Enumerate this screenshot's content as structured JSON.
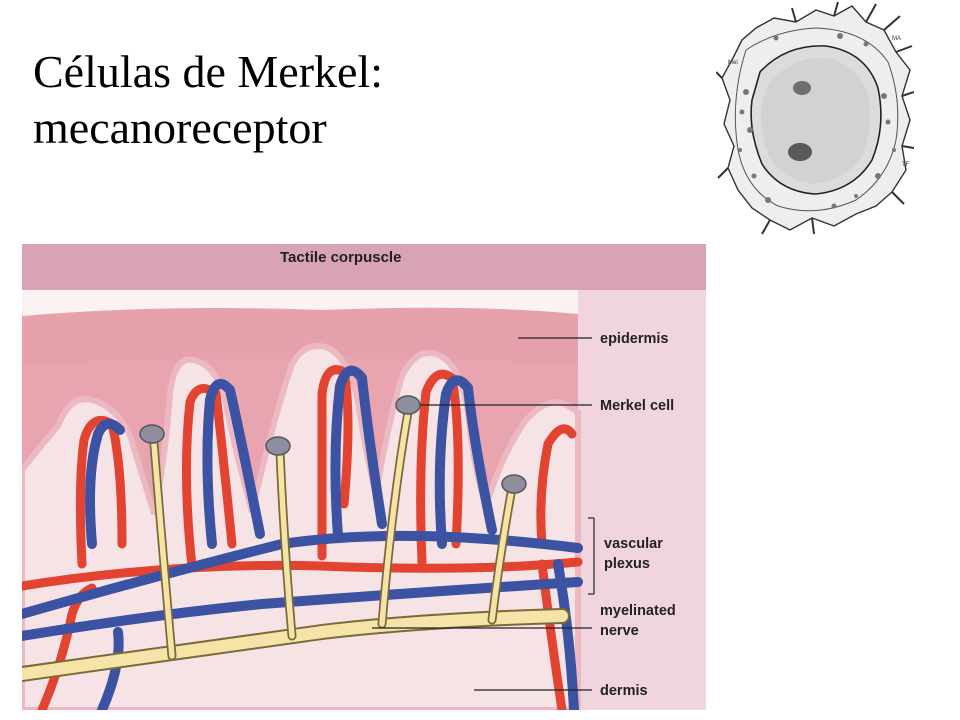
{
  "slide": {
    "title_line1": "Células de Merkel:",
    "title_line2": "mecanoreceptor"
  },
  "figure": {
    "title": "Tactile corpuscle",
    "labels": {
      "epidermis": "epidermis",
      "merkel_cell": "Merkel cell",
      "vascular_1": "vascular",
      "vascular_2": "plexus",
      "nerve_1": "myelinated",
      "nerve_2": "nerve",
      "dermis": "dermis"
    },
    "colors": {
      "header_band": "#d9a3b6",
      "side_panel": "#f1d5de",
      "epidermis": "#e6a1ad",
      "dermis": "#f6e3e6",
      "artery": "#e24431",
      "vein": "#3c52a3",
      "nerve": "#f6e3a8",
      "merkel_cell": "#8e8e9e"
    }
  },
  "micrograph": {
    "labels": [
      "Mel",
      "MA",
      "TF"
    ]
  }
}
